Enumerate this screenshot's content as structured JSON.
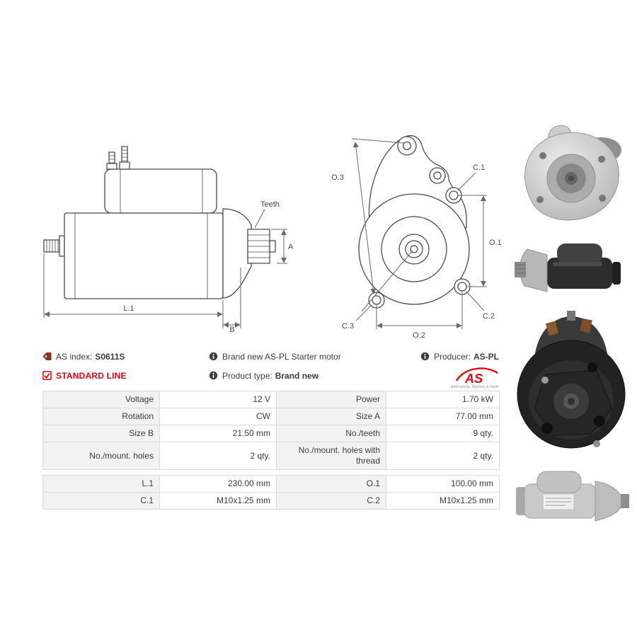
{
  "colors": {
    "accent_red": "#e30613",
    "tag_icon_red": "#8b2f1f",
    "table_label_bg": "#f2f2f2",
    "table_border": "#d9d9d9",
    "text": "#3c3c3b"
  },
  "header": {
    "as_index_label": "AS index:",
    "as_index_value": "S0611S",
    "standard_line_label": "STANDARD LINE",
    "brand_new_note": "Brand new AS-PL Starter motor",
    "product_type_label": "Product type:",
    "product_type_value": "Brand new",
    "producer_label": "Producer:",
    "producer_value": "AS-PL",
    "logo_text": "AS",
    "logo_tagline": "Alternators, Starters & Parts"
  },
  "icons": {
    "as_index": "tag-icon",
    "standard_line": "check-square-icon",
    "notes": "info-icon"
  },
  "diagrams": {
    "side_view": {
      "labels": {
        "teeth": "Teeth",
        "a": "A",
        "b": "B",
        "l1": "L.1"
      }
    },
    "front_view": {
      "labels": {
        "o1": "O.1",
        "o2": "O.2",
        "o3": "O.3",
        "c1": "C.1",
        "c2": "C.2",
        "c3": "C.3"
      }
    }
  },
  "spec_table": {
    "rows": [
      {
        "label1": "Voltage",
        "value1": "12 V",
        "label2": "Power",
        "value2": "1.70 kW"
      },
      {
        "label1": "Rotation",
        "value1": "CW",
        "label2": "Size A",
        "value2": "77.00 mm"
      },
      {
        "label1": "Size B",
        "value1": "21.50 mm",
        "label2": "No./teeth",
        "value2": "9 qty."
      },
      {
        "label1": "No./mount. holes",
        "value1": "2 qty.",
        "label2": "No./mount. holes with thread",
        "value2": "2 qty."
      },
      {
        "label1": "L.1",
        "value1": "230.00 mm",
        "label2": "O.1",
        "value2": "100.00 mm"
      },
      {
        "label1": "C.1",
        "value1": "M10x1.25 mm",
        "label2": "C.2",
        "value2": "M10x1.25 mm"
      }
    ]
  }
}
